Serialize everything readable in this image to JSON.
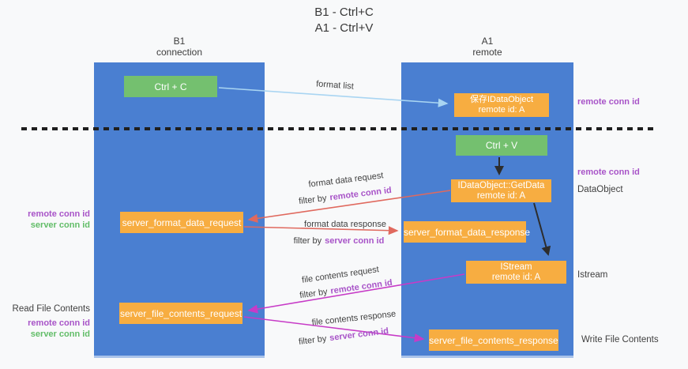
{
  "palette": {
    "lane_blue": "#4a7fd1",
    "box_green": "#74c06f",
    "box_orange": "#f7ad41",
    "arrow_red": "#e0695e",
    "arrow_magenta": "#c73bc7",
    "arrow_lightblue": "#a9d5f2",
    "arrow_black": "#2d2d2d",
    "text_purple": "#a854c8",
    "text_green": "#62bd68",
    "text_dark": "#3f3f3f"
  },
  "title": {
    "line1": "B1 - Ctrl+C",
    "line2": "A1 - Ctrl+V"
  },
  "lanes": {
    "left": {
      "name": "B1",
      "role": "connection"
    },
    "right": {
      "name": "A1",
      "role": "remote"
    }
  },
  "nodes": {
    "ctrl_c": {
      "label": "Ctrl + C"
    },
    "save_idataobject": {
      "line1": "保存IDataObject",
      "line2": "remote id: A"
    },
    "ctrl_v": {
      "label": "Ctrl + V"
    },
    "idataobject_getdata": {
      "line1": "IDataObject::GetData",
      "line2": "remote id: A"
    },
    "server_format_data_request": {
      "label": "server_format_data_request"
    },
    "server_format_data_response": {
      "label": "server_format_data_response"
    },
    "istream": {
      "line1": "IStream",
      "line2": "remote id: A"
    },
    "server_file_contents_request": {
      "label": "server_file_contents_request"
    },
    "server_file_contents_response": {
      "label": "server_file_contents_response"
    }
  },
  "arrows": {
    "format_list": {
      "label": "format list"
    },
    "format_data_request": {
      "label": "format data request",
      "filter_prefix": "filter by",
      "filter_id": "remote conn id"
    },
    "format_data_response": {
      "label": "format data response",
      "filter_prefix": "filter by",
      "filter_id": "server conn id"
    },
    "file_contents_request": {
      "label": "file contents request",
      "filter_prefix": "filter by",
      "filter_id": "remote conn id"
    },
    "file_contents_response": {
      "label": "file contents response",
      "filter_prefix": "filter by",
      "filter_id": "server conn id"
    }
  },
  "side_labels": {
    "right_top_remote_conn_id": "remote conn id",
    "right_mid_remote_conn_id": "remote conn id",
    "right_dataobject": "DataObject",
    "right_istream": "Istream",
    "right_write_file_contents": "Write File Contents",
    "left_remote_conn_id_top": "remote conn id",
    "left_server_conn_id_top": "server conn id",
    "left_read_file_contents": "Read File Contents",
    "left_remote_conn_id_bottom": "remote conn id",
    "left_server_conn_id_bottom": "server conn id"
  }
}
